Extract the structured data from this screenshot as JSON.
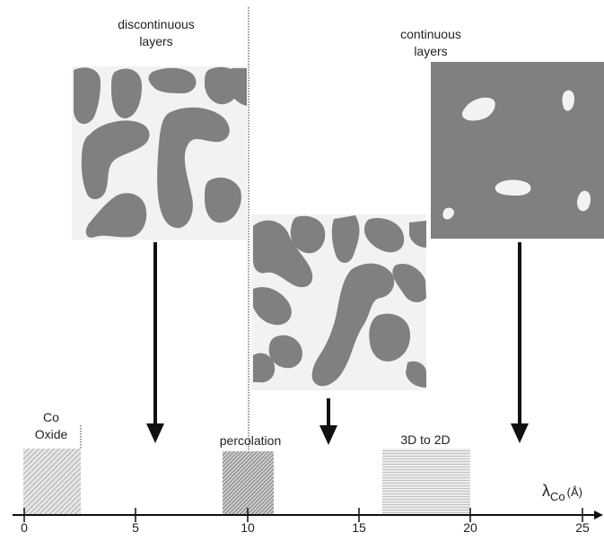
{
  "labels": {
    "discontinuous_1": "discontinuous",
    "discontinuous_2": "layers",
    "continuous_1": "continuous",
    "continuous_2": "layers",
    "co_1": "Co",
    "co_2": "Oxide",
    "percolation": "percolation",
    "transition": "3D to 2D",
    "axis_symbol": "λ",
    "axis_sub": "Co",
    "axis_unit": "(Å)"
  },
  "axis": {
    "ticks": [
      "0",
      "5",
      "10",
      "15",
      "20",
      "25"
    ]
  },
  "colors": {
    "island": "#808080",
    "background_panel": "#f2f2f2",
    "hatch": "#9a9a9a",
    "axis": "#111111"
  }
}
